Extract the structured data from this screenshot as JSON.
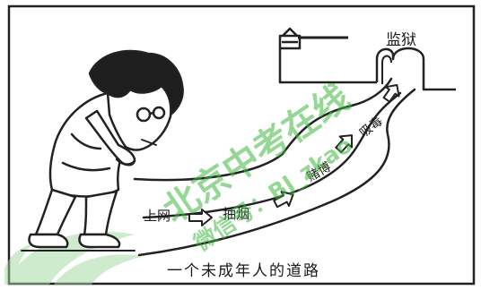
{
  "labels": {
    "prison": "监狱",
    "internet": "上网",
    "smoking": "抽烟",
    "gambling": "赌博",
    "drugs": "吸毒",
    "caption": "一个未成年人的道路"
  },
  "watermark": {
    "line1": "北京中考在线",
    "line2": "微信号：BJ_zkao"
  },
  "colors": {
    "ink": "#1a1a1a",
    "watermark": "#3fb83f",
    "logo": "#9ed89e"
  }
}
